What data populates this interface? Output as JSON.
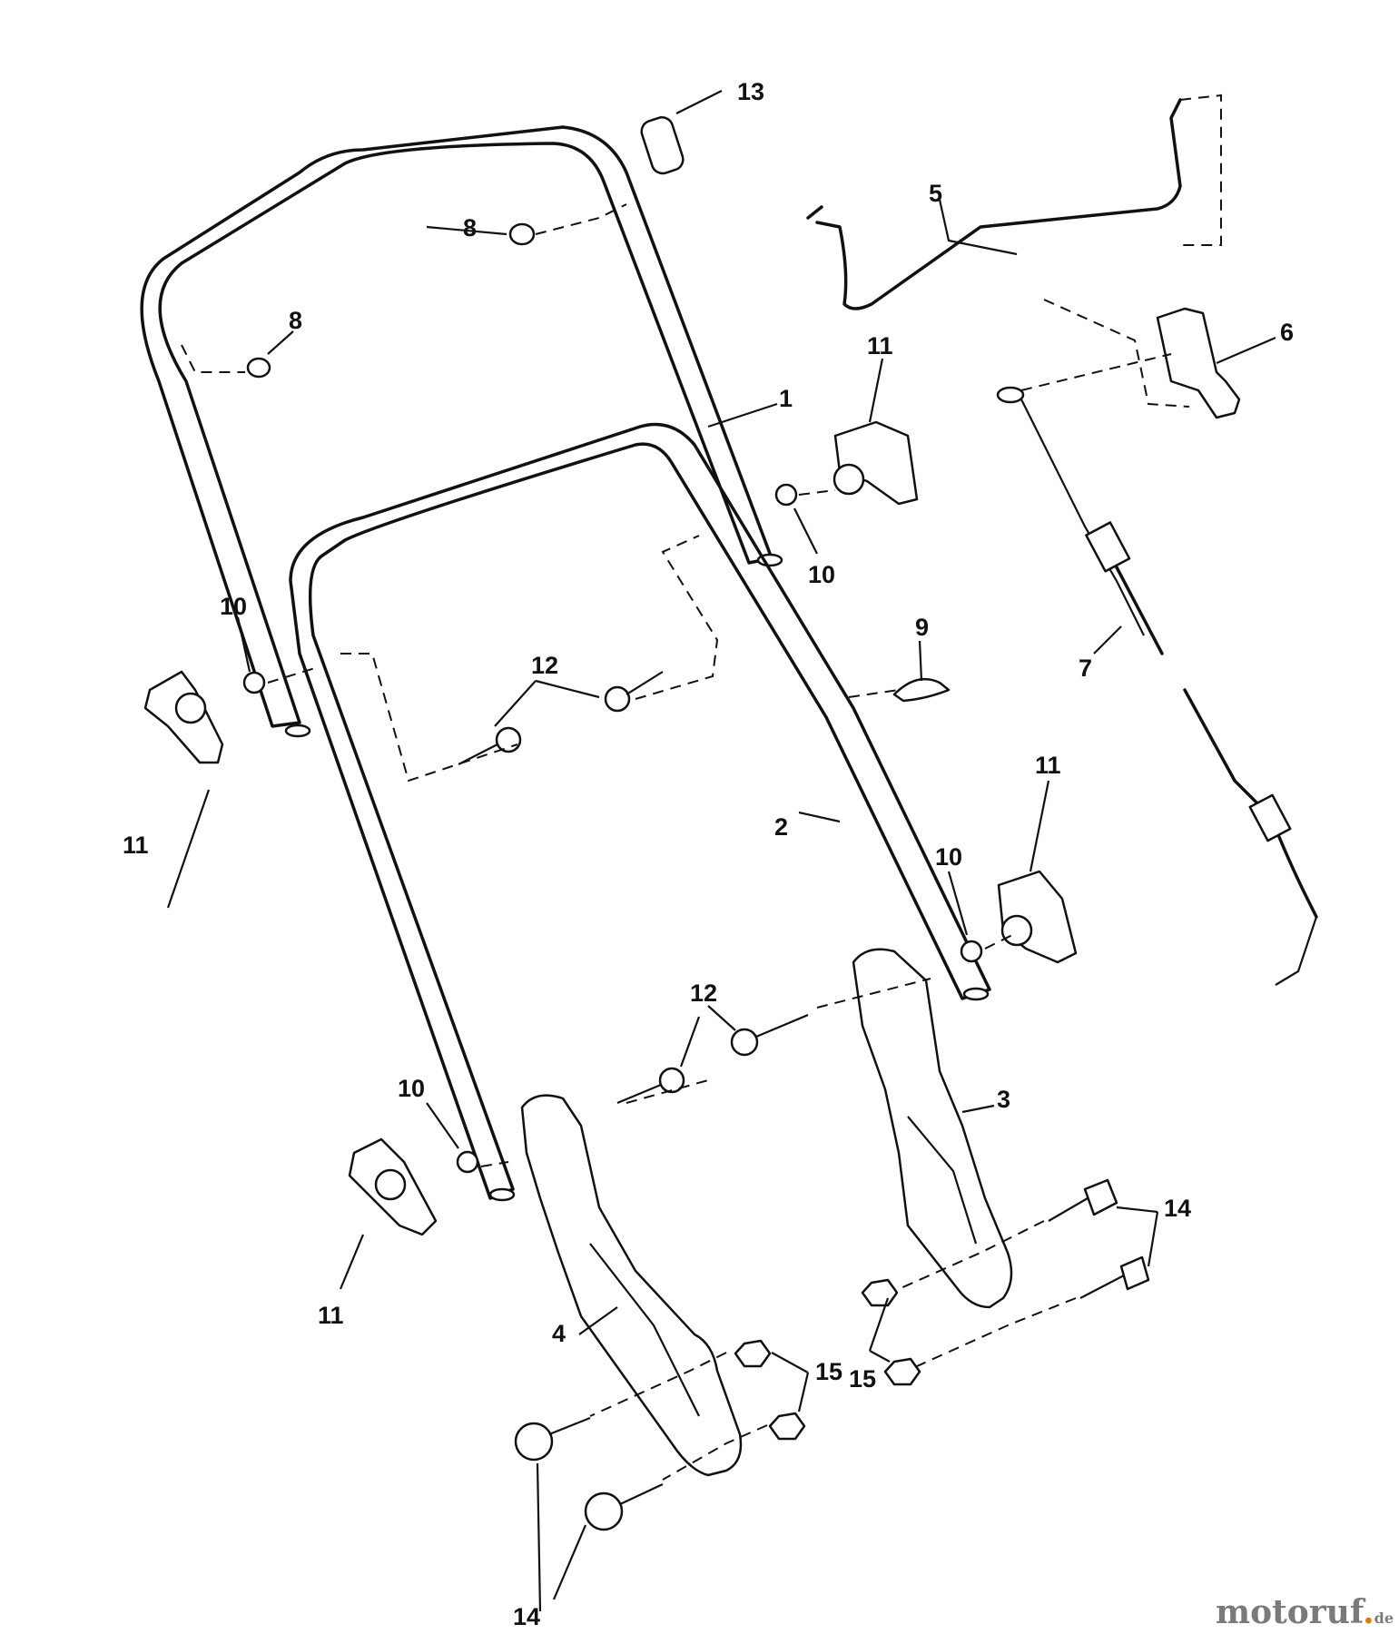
{
  "diagram": {
    "title": "Handle assembly exploded parts view",
    "callouts": {
      "p1": "1",
      "p2": "2",
      "p3": "3",
      "p4": "4",
      "p5": "5",
      "p6": "6",
      "p7": "7",
      "p8a": "8",
      "p8b": "8",
      "p9": "9",
      "p10a": "10",
      "p10b": "10",
      "p10c": "10",
      "p10d": "10",
      "p11a": "11",
      "p11b": "11",
      "p11c": "11",
      "p11d": "11",
      "p12a": "12",
      "p12b": "12",
      "p13": "13",
      "p14a": "14",
      "p14b": "14",
      "p15a": "15",
      "p15b": "15"
    }
  },
  "watermark": {
    "main": "motoruf",
    "dot": ".",
    "tld": "de"
  },
  "colors": {
    "ink": "#111111",
    "background": "#ffffff",
    "watermark_gray": "#7a7a7a",
    "watermark_accent": "#e07a00"
  }
}
